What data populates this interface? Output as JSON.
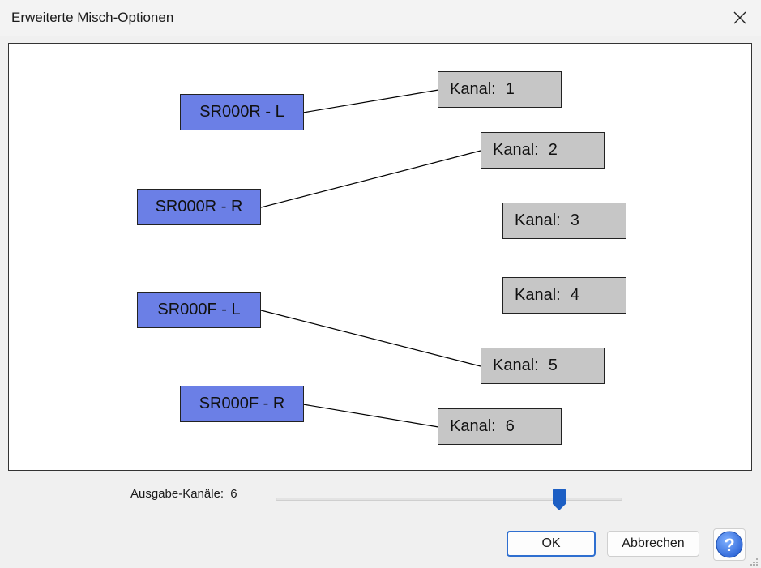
{
  "window": {
    "title": "Erweiterte Misch-Optionen",
    "close_icon": "close-icon"
  },
  "sources": [
    {
      "label": "SR000R - L"
    },
    {
      "label": "SR000R - R"
    },
    {
      "label": "SR000F - L"
    },
    {
      "label": "SR000F - R"
    }
  ],
  "channels": [
    {
      "prefix": "Kanal:",
      "number": "1"
    },
    {
      "prefix": "Kanal:",
      "number": "2"
    },
    {
      "prefix": "Kanal:",
      "number": "3"
    },
    {
      "prefix": "Kanal:",
      "number": "4"
    },
    {
      "prefix": "Kanal:",
      "number": "5"
    },
    {
      "prefix": "Kanal:",
      "number": "6"
    }
  ],
  "connections": [
    {
      "from": 0,
      "to": 0
    },
    {
      "from": 1,
      "to": 1
    },
    {
      "from": 2,
      "to": 4
    },
    {
      "from": 3,
      "to": 5
    }
  ],
  "output": {
    "label": "Ausgabe-Kanäle:",
    "value": "6"
  },
  "buttons": {
    "ok": "OK",
    "cancel": "Abbrechen",
    "help_icon": "help-icon"
  },
  "colors": {
    "source": "#6b7fe6",
    "channel": "#c6c6c6",
    "accent": "#2f6fd0"
  }
}
